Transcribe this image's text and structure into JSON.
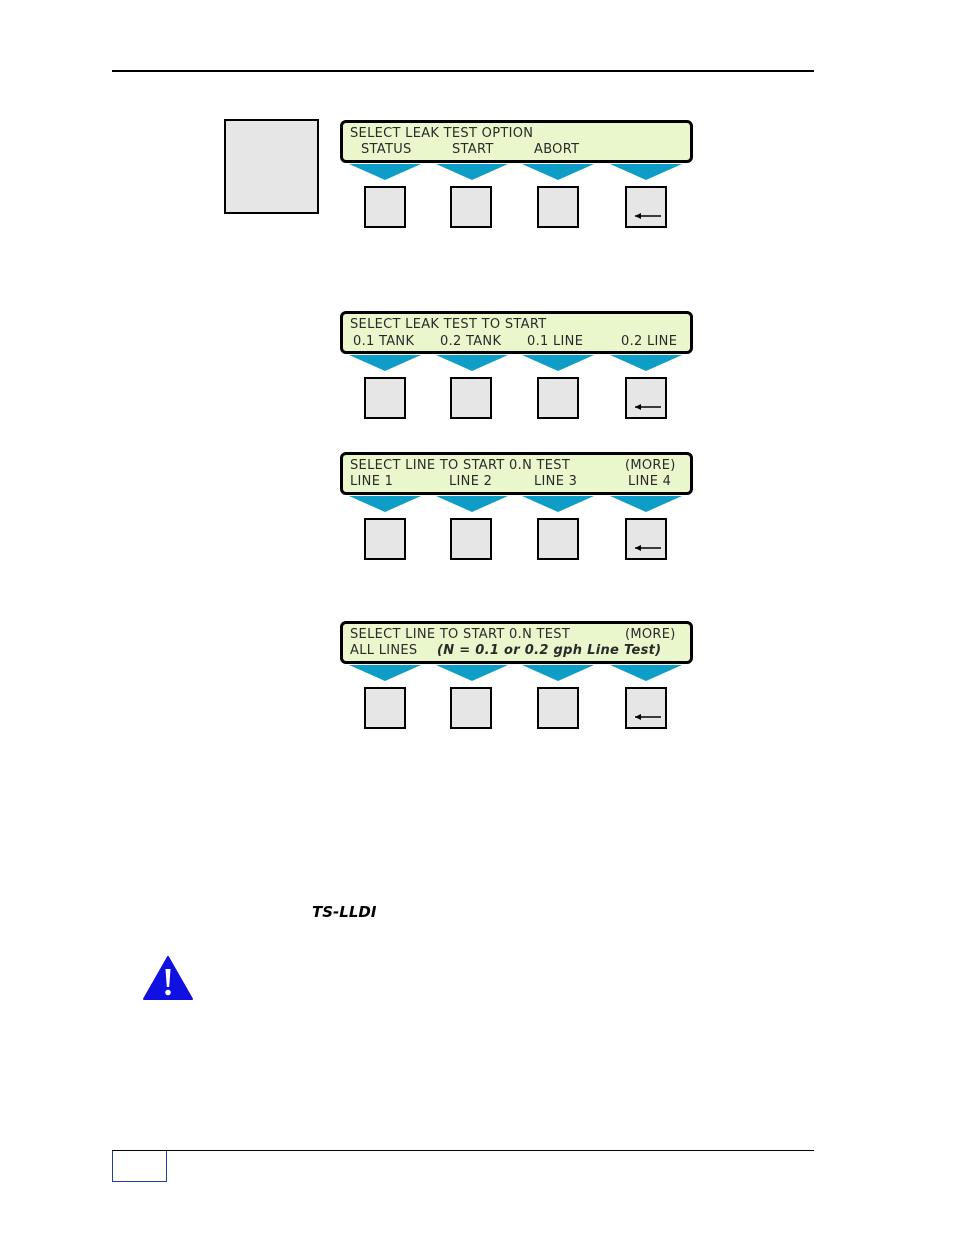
{
  "screens": [
    {
      "line1": "SELECT LEAK TEST OPTION",
      "line2_items": [
        "STATUS",
        "START",
        "ABORT"
      ]
    },
    {
      "line1": "SELECT LEAK TEST TO START",
      "line2_items": [
        "0.1 TANK",
        "0.2 TANK",
        "0.1 LINE",
        "0.2 LINE"
      ]
    },
    {
      "line1": "SELECT LINE TO START 0.N TEST",
      "line1_right": "(MORE)",
      "line2_items": [
        "LINE 1",
        "LINE 2",
        "LINE 3",
        "LINE 4"
      ]
    },
    {
      "line1": "SELECT LINE TO START 0.N TEST",
      "line1_right": "(MORE)",
      "line2_items": [
        "ALL LINES"
      ],
      "note": "(N = 0.1 or 0.2 gph Line Test)"
    }
  ],
  "model_label": "TS-LLDI",
  "colors": {
    "lcd_background": "#eaf7cc",
    "soft_key_arrow": "#0d9dc7",
    "warning_icon": "#1010e0"
  },
  "icons": [
    "enter-arrow-icon",
    "warning-icon"
  ]
}
